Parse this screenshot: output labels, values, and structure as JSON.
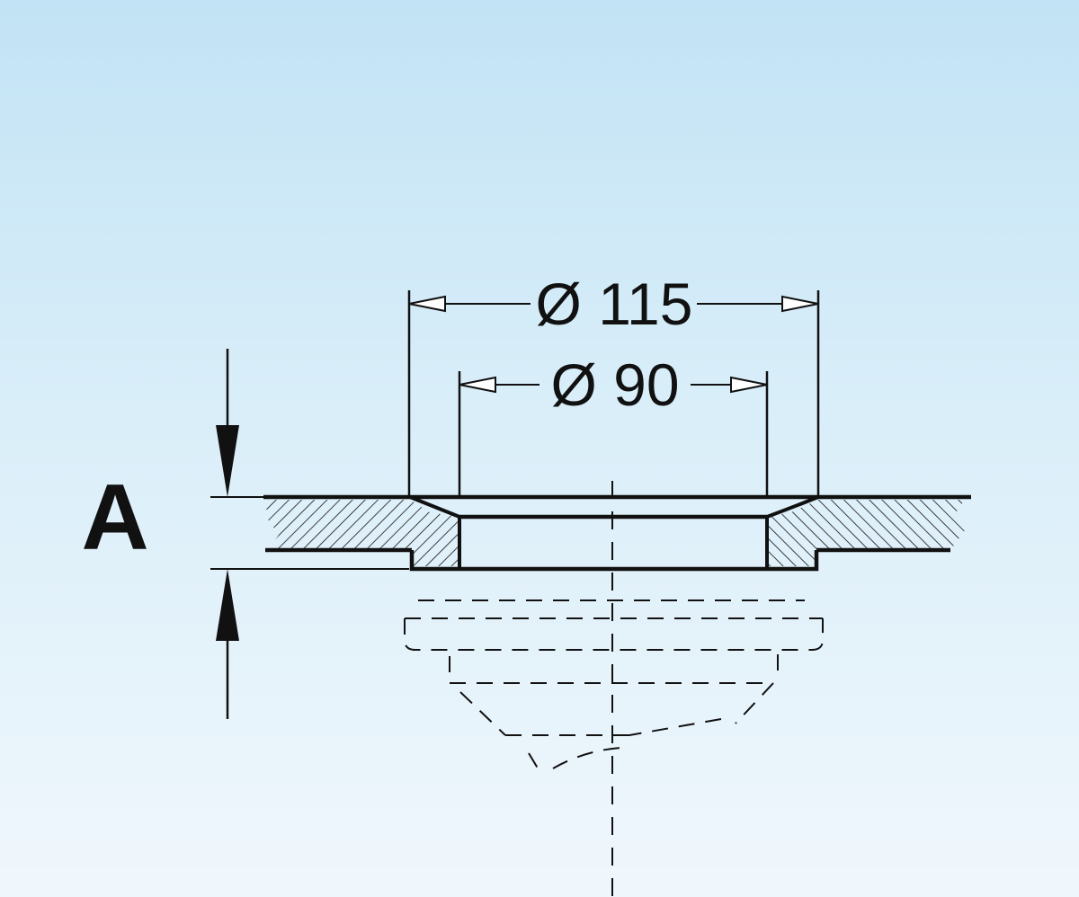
{
  "diagram": {
    "dimension_outer": "Ø 115",
    "dimension_inner": "Ø 90",
    "height_label": "A",
    "colors": {
      "line": "#111111",
      "background_top": "#c2e3f5",
      "background_bottom": "#f0f7fc"
    }
  }
}
